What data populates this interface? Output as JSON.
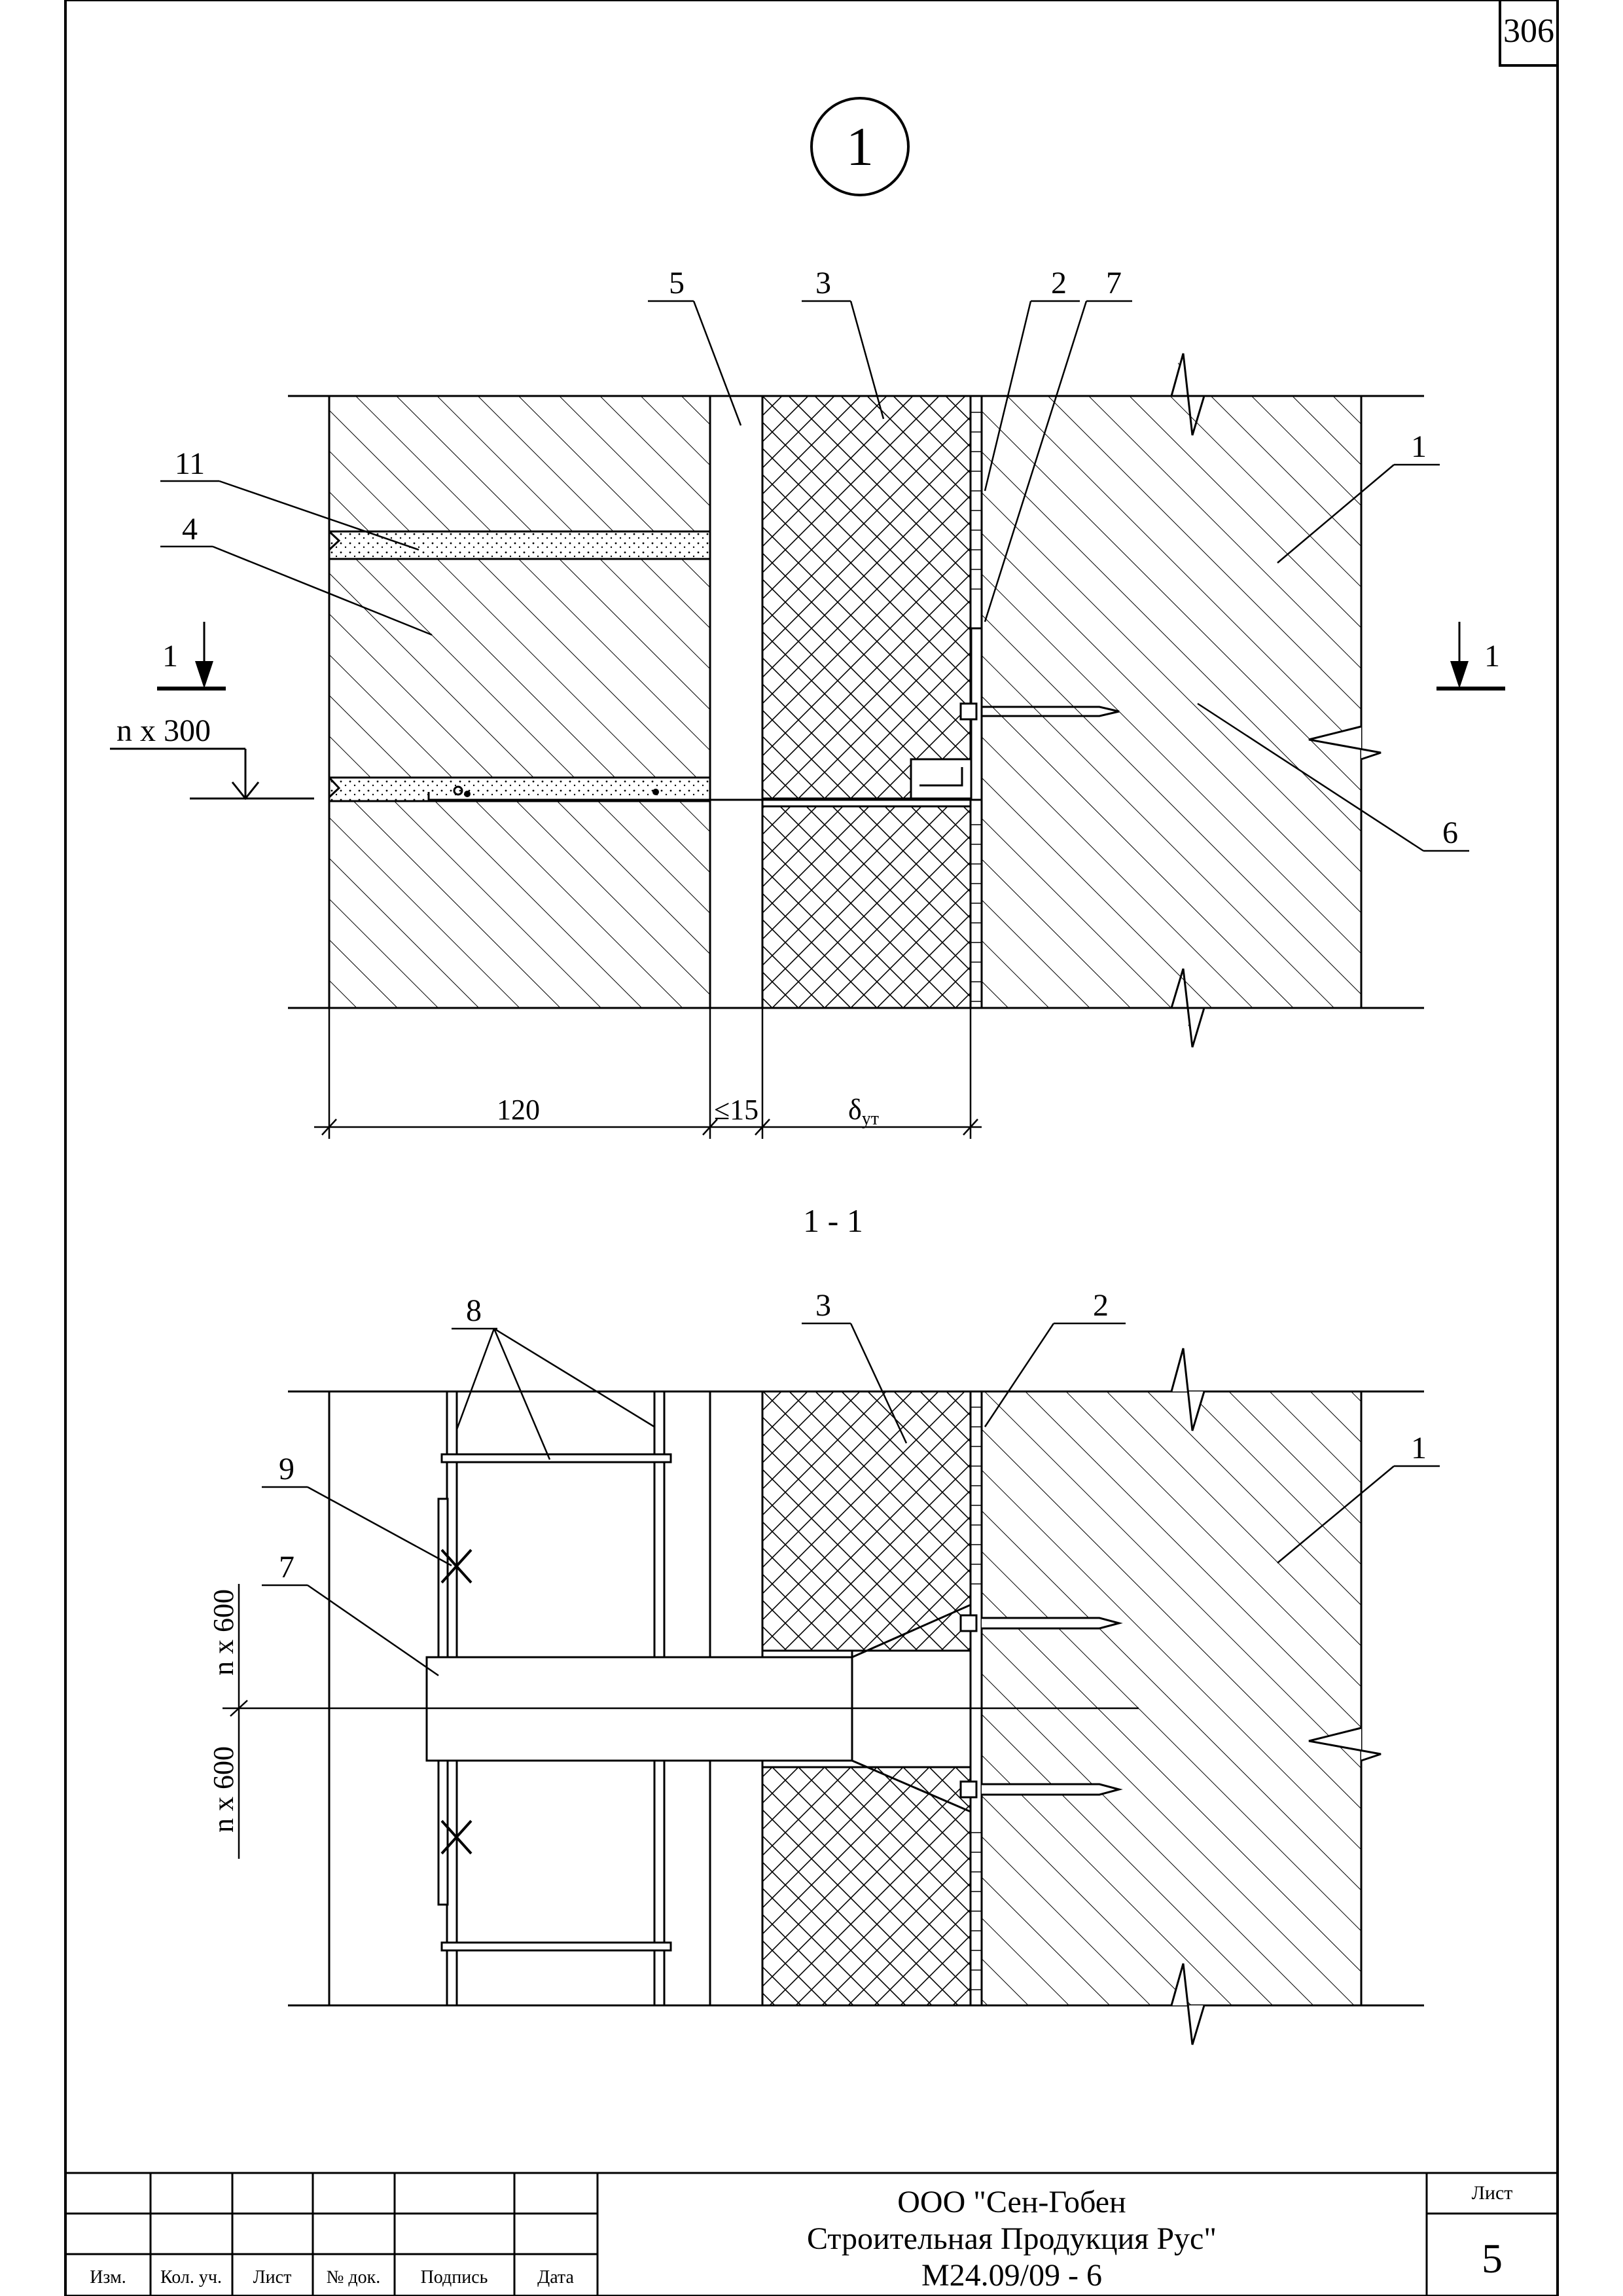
{
  "sheet": {
    "number": "306",
    "node_marker": "1",
    "section_title": "1 - 1"
  },
  "plan": {
    "callouts": [
      "5",
      "3",
      "2",
      "7",
      "11",
      "4",
      "1",
      "6"
    ],
    "section_mark": "1",
    "elevation_label": "n x 300",
    "dims": {
      "d120": "120",
      "d15": "≤15",
      "d_insul_main": "δ",
      "d_insul_sub": "ут"
    }
  },
  "section": {
    "callouts": [
      "8",
      "3",
      "2",
      "9",
      "7",
      "1"
    ],
    "dim_up": "n x 600",
    "dim_down": "n x 600"
  },
  "title_block": {
    "headers": [
      "Изм.",
      "Кол. уч.",
      "Лист",
      "№ док.",
      "Подпись",
      "Дата"
    ],
    "company_line1": "ООО \"Сен-Гобен",
    "company_line2": "Строительная Продукция Рус\"",
    "code": "М24.09/09 - 6",
    "sheet_label": "Лист",
    "sheet_number": "5"
  }
}
